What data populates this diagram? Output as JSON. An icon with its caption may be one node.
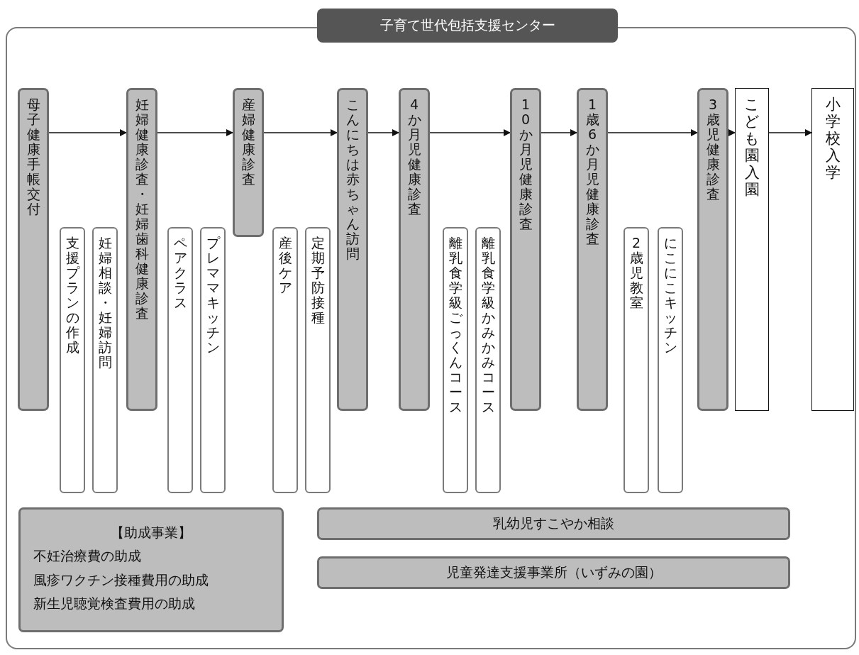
{
  "diagram": {
    "nodes": [
      {
        "text": [
          "子育て世代包括支援センター"
        ]
      },
      {
        "text": [
          "母子健康手帳交付"
        ],
        "in": 0
      },
      {
        "text": [
          "支援プランの作成"
        ],
        "in": 0
      },
      {
        "text": [
          "妊婦相談・妊婦訪問"
        ],
        "in": 0
      },
      {
        "text": [
          "妊婦健康診査・妊婦歯科健康診査"
        ],
        "in": 0
      },
      {
        "text": [
          "ペアクラス"
        ],
        "in": 0
      },
      {
        "text": [
          "プレママキッチン"
        ],
        "in": 0
      },
      {
        "text": [
          "産婦健康診査"
        ],
        "in": 0
      },
      {
        "text": [
          "産後ケア"
        ],
        "in": 0
      },
      {
        "text": [
          "定期予防接種"
        ],
        "in": 0
      },
      {
        "text": [
          "こんにちは赤ちゃん訪問"
        ],
        "in": 0
      },
      {
        "text": [
          "4か月児健康診査"
        ],
        "in": 0
      },
      {
        "text": [
          "離乳食学級ごっくんコース"
        ],
        "in": 0
      },
      {
        "text": [
          "離乳食学級かみかみコース"
        ],
        "in": 0
      },
      {
        "text": [
          "10か月児健康診査"
        ],
        "in": 0
      },
      {
        "text": [
          "1歳6か月児健康診査"
        ],
        "in": 0
      },
      {
        "text": [
          "2歳児教室"
        ],
        "in": 0
      },
      {
        "text": [
          "にこにこキッチン"
        ],
        "in": 0
      },
      {
        "text": [
          "3歳児健康診査"
        ],
        "in": 0
      },
      {
        "text": [
          "こども園入園"
        ],
        "in": 0
      },
      {
        "text": [
          "小学校入学"
        ],
        "in": 0
      },
      {
        "text": [
          "【助成事業】",
          "不妊治療費の助成",
          "風疹ワクチン接種費用の助成",
          "新生児聴覚検査費用の助成"
        ],
        "in": 0
      },
      {
        "text": [
          "乳幼児すこやか相談"
        ],
        "in": 0
      },
      {
        "text": [
          "児童発達支援事業所（いずみの園）"
        ],
        "in": 0
      }
    ],
    "edges": [
      {
        "from": 1,
        "to": 4,
        "arrow": "to"
      },
      {
        "from": 4,
        "to": 7,
        "arrow": "to"
      },
      {
        "from": 7,
        "to": 10,
        "arrow": "to"
      },
      {
        "from": 10,
        "to": 11,
        "arrow": "to"
      },
      {
        "from": 11,
        "to": 14,
        "arrow": "to"
      },
      {
        "from": 14,
        "to": 15,
        "arrow": "to"
      },
      {
        "from": 15,
        "to": 18,
        "arrow": "to"
      },
      {
        "from": 18,
        "to": 19,
        "arrow": "to"
      },
      {
        "from": 19,
        "to": 20,
        "arrow": "to"
      }
    ]
  }
}
